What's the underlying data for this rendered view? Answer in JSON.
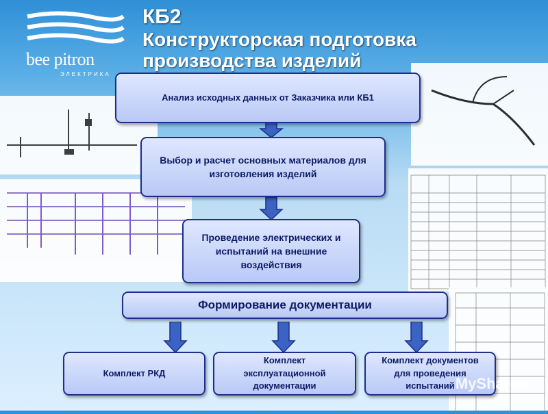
{
  "logo": {
    "brand": "bee pitron",
    "subtitle": "ЭЛЕКТРИКА"
  },
  "title": {
    "line1": "КБ2",
    "line2": "Конструкторская подготовка",
    "line3": "производства изделий"
  },
  "flow": {
    "step1": "Анализ исходных данных от Заказчика или КБ1",
    "step2": "Выбор и расчет основных материалов для изготовления изделий",
    "step3": "Проведение электрических и испытаний на внешние воздействия",
    "step4": "Формирование документации",
    "out1": "Комплект РКД",
    "out2": "Комплект эксплуатационной документации",
    "out3": "Комплект документов для проведения испытаний"
  },
  "watermark": "MyShared",
  "colors": {
    "box_border": "#1d2f8a",
    "arrow": "#3b63c4",
    "text": "#0d1b66"
  }
}
